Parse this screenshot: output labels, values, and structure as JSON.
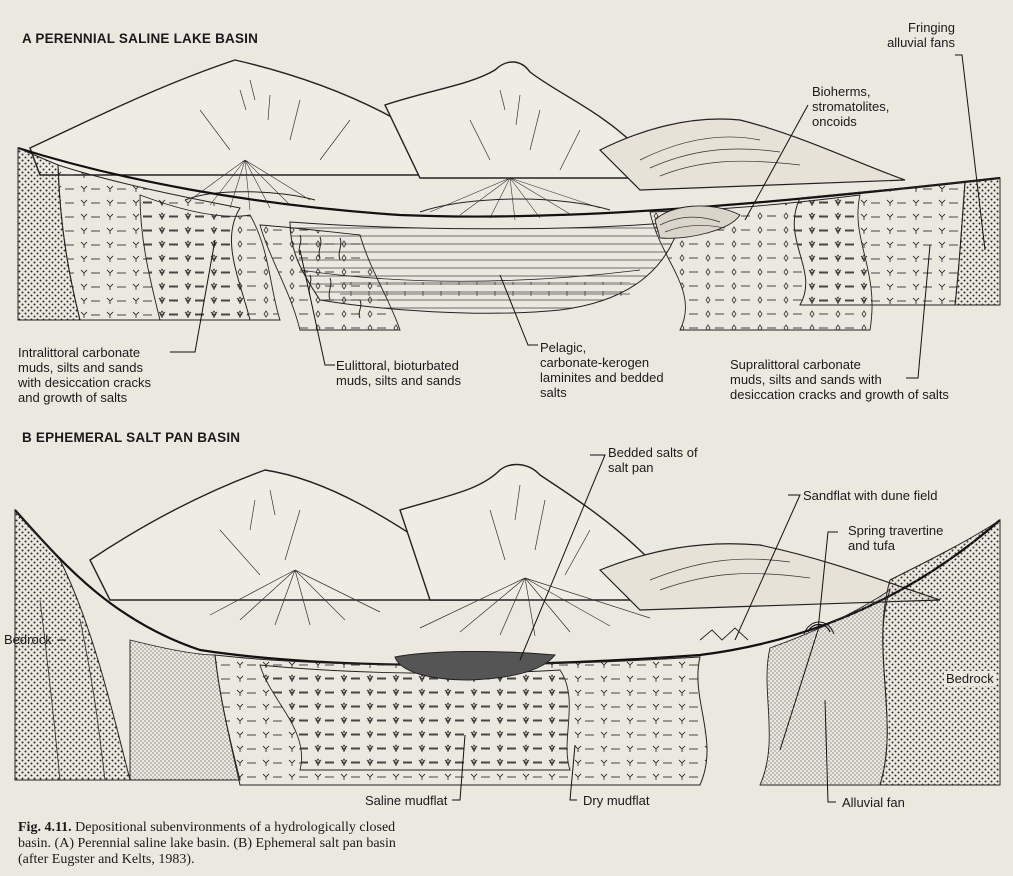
{
  "figure": {
    "panel_a": {
      "title": "A  PERENNIAL SALINE LAKE BASIN",
      "labels": {
        "fringing_fans": "Fringing\nalluvial fans",
        "bioherms": "Bioherms,\nstromatolites,\noncoids",
        "intralittoral": "Intralittoral carbonate\nmuds, silts and sands\nwith desiccation cracks\nand growth of salts",
        "eulittoral": "Eulittoral, bioturbated\nmuds, silts and sands",
        "pelagic": "Pelagic,\ncarbonate-kerogen\nlaminites and bedded\nsalts",
        "supralittoral": "Supralittoral carbonate\nmuds, silts and sands with\ndesiccation cracks and growth of salts"
      }
    },
    "panel_b": {
      "title": "B  EPHEMERAL SALT PAN BASIN",
      "labels": {
        "bedded_salts": "Bedded salts of\nsalt pan",
        "sandflat": "Sandflat with dune field",
        "spring": "Spring travertine\nand tufa",
        "bedrock_left": "Bedrock",
        "bedrock_right": "Bedrock",
        "saline_mudflat": "Saline mudflat",
        "dry_mudflat": "Dry mudflat",
        "alluvial_fan": "Alluvial fan"
      }
    },
    "caption": {
      "fig_number": "Fig. 4.11.",
      "text_line1": " Depositional subenvironments of a hydrologically closed",
      "text_line2": "basin. (A) Perennial saline lake basin. (B) Ephemeral salt pan basin",
      "text_line3": "(after Eugster and Kelts, 1983)."
    }
  }
}
